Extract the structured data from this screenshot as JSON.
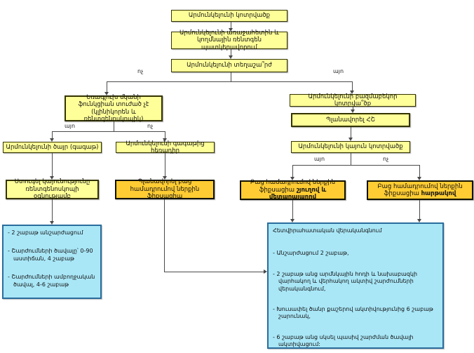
{
  "labels": {
    "yes": "այո",
    "no": "ոչ"
  },
  "nodes": {
    "fracture": "Արմունկելունի կոտրվածք",
    "imaging": "Արմունկելունի առաջահետին և կողմնային ռենտգեն պատկերավորում",
    "displacement": "Արմունկելունի տեղաշա՞րժ",
    "triceps": "Եռագլուխ մկանի ֆունկցիան տուժած չէ (կլինիկորեն և ռենտգենոսկոպիկ)",
    "comminuted": "Արմունկելունի բազմաբեկոր կոտրվա՞ծք",
    "plan_ct": "Պլանավորել ՀՇ",
    "stable": "Արմունկելունի կայուն կոտրվածք",
    "tip": "Արմունկելունի ծայր (գագաթ)",
    "distal": "Արմունկելունի գագաթից հեռադիր",
    "check_stability": "Ստուգել կայունությունը ռենտգենոսկոպի օգնությամբ",
    "plan_orif": "Պլանավորել բաց համադրումով ներքին ֆիքսացիա",
    "orif_pin_prefix": "Բաց համադրումով ներքին ֆիքսացիա",
    "orif_pin_bold": "շյուղով և մետաղալարով",
    "orif_plate_prefix": "Բաց համադրումով ներքին ֆիքսացիա",
    "orif_plate_bold": "հարթակով"
  },
  "left_outcome": {
    "items": [
      "- 2 շաբաթ անշարժացում",
      "- Շարժումների ծավալը՝ 0-90 աստիճան, 4 շաբաթ",
      "- Շարժումների ամբողջական ծավալ, 4-6 շաբաթ"
    ]
  },
  "rehab": {
    "title": "Հետվիրահատական վերականգնում",
    "items": [
      "- Անշարժացում 2 շաբաթ,",
      "- 2 շաբաթ անց արմնկային հոդի և նախաբազկի վարհակող և վերհակող ակտիվ շարժումների վերականգնում,",
      "- Խուսափել ծանր քաշերով ակտիվությունից 6 շաբաթ շարունակ,",
      "- 6 շաբաթ անց սկսել պասիվ շարժման ծավալի ակտիվացում:"
    ]
  },
  "colors": {
    "node_fill": "#ffff99",
    "node_border": "#333300",
    "action_fill": "#ffcc33",
    "outcome_fill": "#a9e7f7",
    "outcome_border": "#2a6d9c",
    "connector": "#4a4a4a"
  }
}
